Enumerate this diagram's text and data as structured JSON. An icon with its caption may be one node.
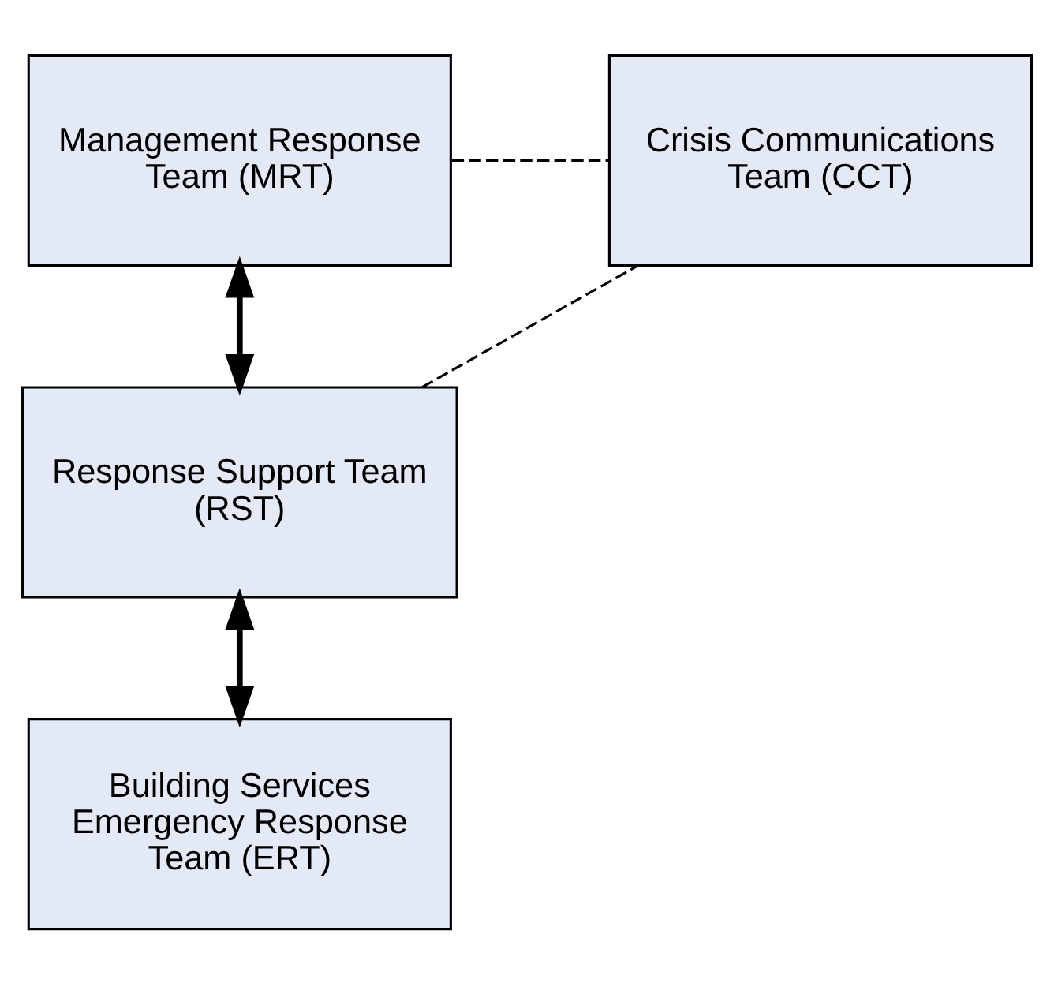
{
  "diagram": {
    "nodes": [
      {
        "text": [
          "Management Response Team (MRT)"
        ]
      },
      {
        "text": [
          "Crisis Communications Team (CCT)"
        ]
      },
      {
        "text": [
          "Response Support Team (RST)"
        ]
      },
      {
        "text": [
          "Building Services Emergency Response Team (ERT)"
        ]
      }
    ],
    "edges": [
      {
        "from": 0,
        "to": 2,
        "arrow": "both",
        "style": "thick"
      },
      {
        "from": 2,
        "to": 3,
        "arrow": "both",
        "style": "thick"
      },
      {
        "from": 0,
        "to": 1,
        "arrow": "none",
        "style": "dashed"
      },
      {
        "from": 2,
        "to": 1,
        "arrow": "none",
        "style": "dashed"
      }
    ]
  }
}
